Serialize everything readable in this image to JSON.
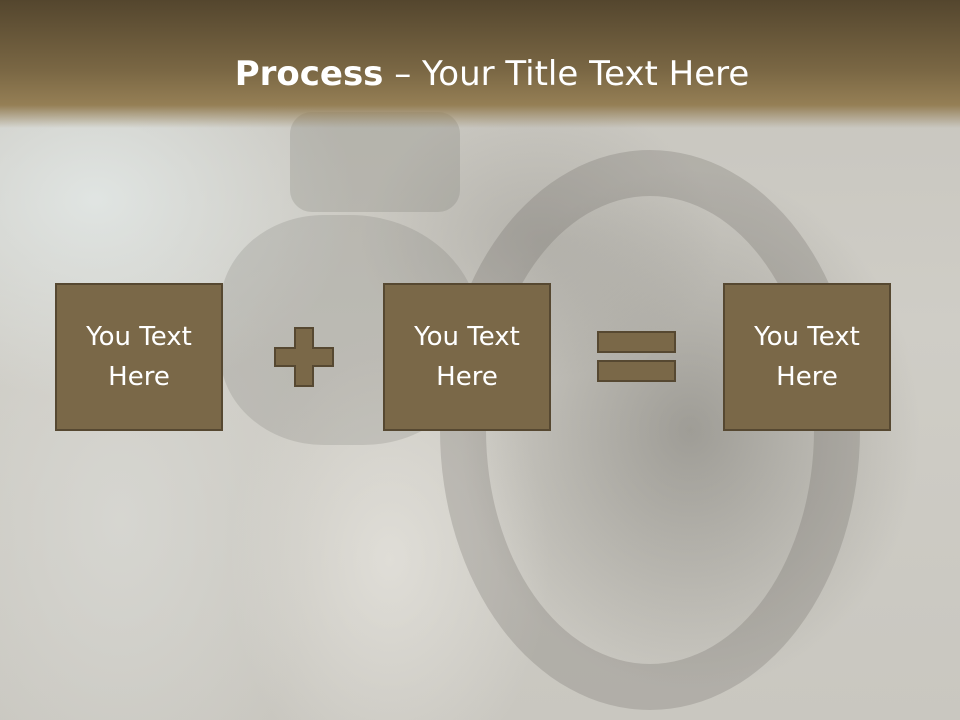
{
  "title": {
    "bold": "Process",
    "rest": " – Your Title Text Here"
  },
  "boxes": [
    {
      "label": "You Text Here"
    },
    {
      "label": "You Text Here"
    },
    {
      "label": "You Text Here"
    }
  ],
  "operators": [
    "plus-icon",
    "equals-icon"
  ],
  "colors": {
    "box_fill": "#7a6848",
    "box_border": "#564831",
    "header_dark": "#54462e",
    "header_light": "#957f55",
    "text": "#ffffff"
  }
}
